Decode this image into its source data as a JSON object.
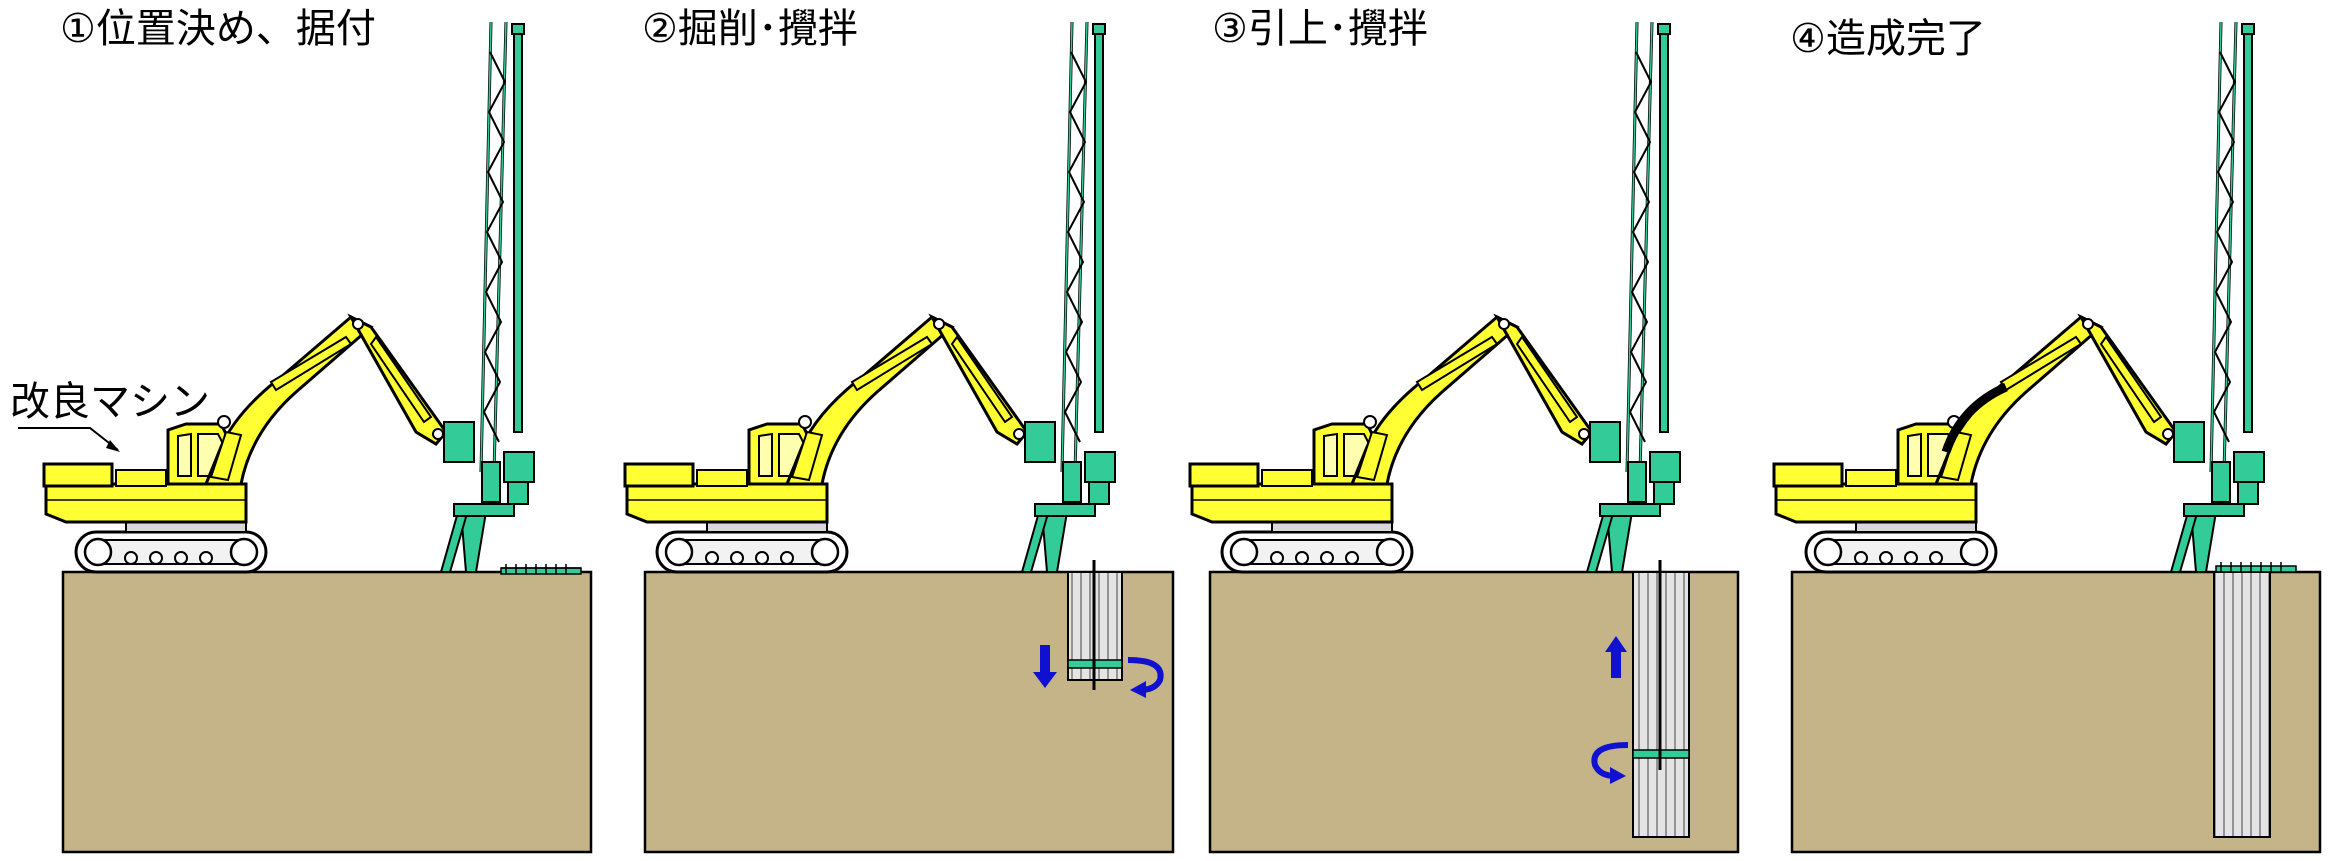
{
  "steps": [
    {
      "id": "step-1",
      "title": "①位置決め、据付"
    },
    {
      "id": "step-2",
      "title": "②掘削･攪拌"
    },
    {
      "id": "step-3",
      "title": "③引上･攪拌"
    },
    {
      "id": "step-4",
      "title": "④造成完了"
    }
  ],
  "machine_label": "改良マシン",
  "colors": {
    "excavator": "#ffff33",
    "mast": "#33cc99",
    "ground": "#c4b488",
    "column": "#e0e0e0",
    "arrow": "#1010d0",
    "outline": "#000000",
    "background": "#ffffff"
  },
  "icons": [
    "down-arrow-icon",
    "up-arrow-icon",
    "rotation-arrow-icon"
  ]
}
